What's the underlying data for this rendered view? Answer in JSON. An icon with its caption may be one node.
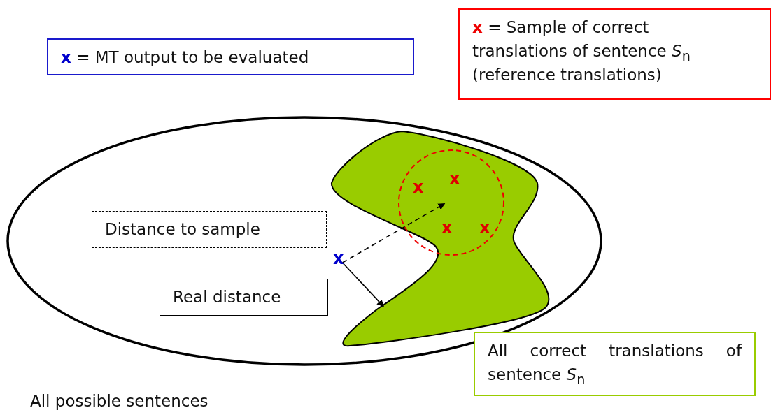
{
  "diagram": {
    "nodes": [
      {
        "text": [
          "**x** = MT output to be evaluated"
        ]
      },
      {
        "text": [
          "**x** = Sample of correct translations of sentence *S*$_{n}$ (reference translations)"
        ]
      },
      {
        "text": [
          "Distance to sample"
        ]
      },
      {
        "text": [
          "Real distance"
        ]
      },
      {
        "text": [
          "All correct translations of sentence *S*$_{n}$"
        ]
      },
      {
        "text": [
          "All possible sentences"
        ]
      },
      {
        "text": [
          "x"
        ]
      },
      {
        "text": [],
        "shape": "blob"
      }
    ],
    "edges": [
      {
        "from": 6,
        "to": 7,
        "arrow": "to",
        "style": "dashed"
      },
      {
        "from": 6,
        "to": 7,
        "arrow": "to"
      }
    ],
    "labels": [
      "x",
      "x",
      "x",
      "x"
    ]
  }
}
